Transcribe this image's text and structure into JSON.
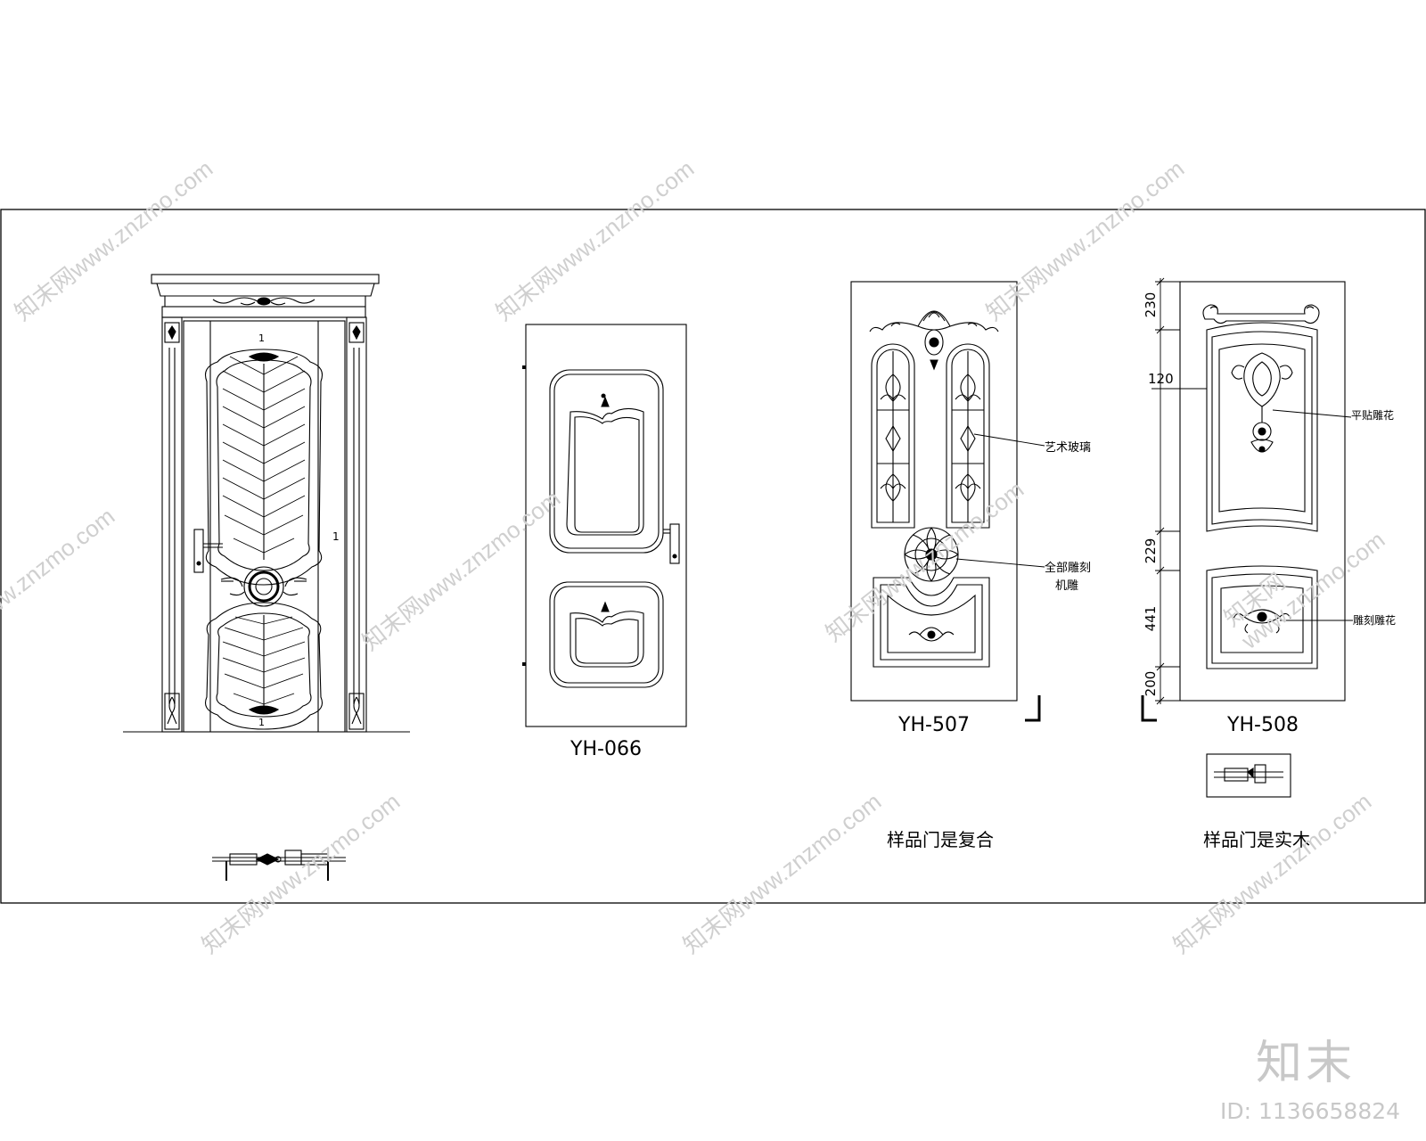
{
  "doors": {
    "yh066": {
      "code": "YH-066"
    },
    "yh507": {
      "code": "YH-507",
      "callout_glass": "艺术玻璃",
      "callout_carving_line1": "全部雕刻",
      "callout_carving_line2": "机雕",
      "caption": "样品门是复合"
    },
    "yh508": {
      "code": "YH-508",
      "dimensions": [
        "230",
        "120",
        "229",
        "441",
        "200"
      ],
      "callout_applique": "平贴雕花",
      "callout_carving": "雕刻雕花",
      "caption": "样品门是实木"
    },
    "classic": {
      "panel_marks": [
        "1",
        "1",
        "1"
      ]
    }
  },
  "watermark": {
    "site": "知末网www.znzmo.com",
    "brand": "知末",
    "id_text": "ID: 1136658824"
  },
  "colors": {
    "line": "#000000",
    "watermark": "#c8c8c8"
  }
}
